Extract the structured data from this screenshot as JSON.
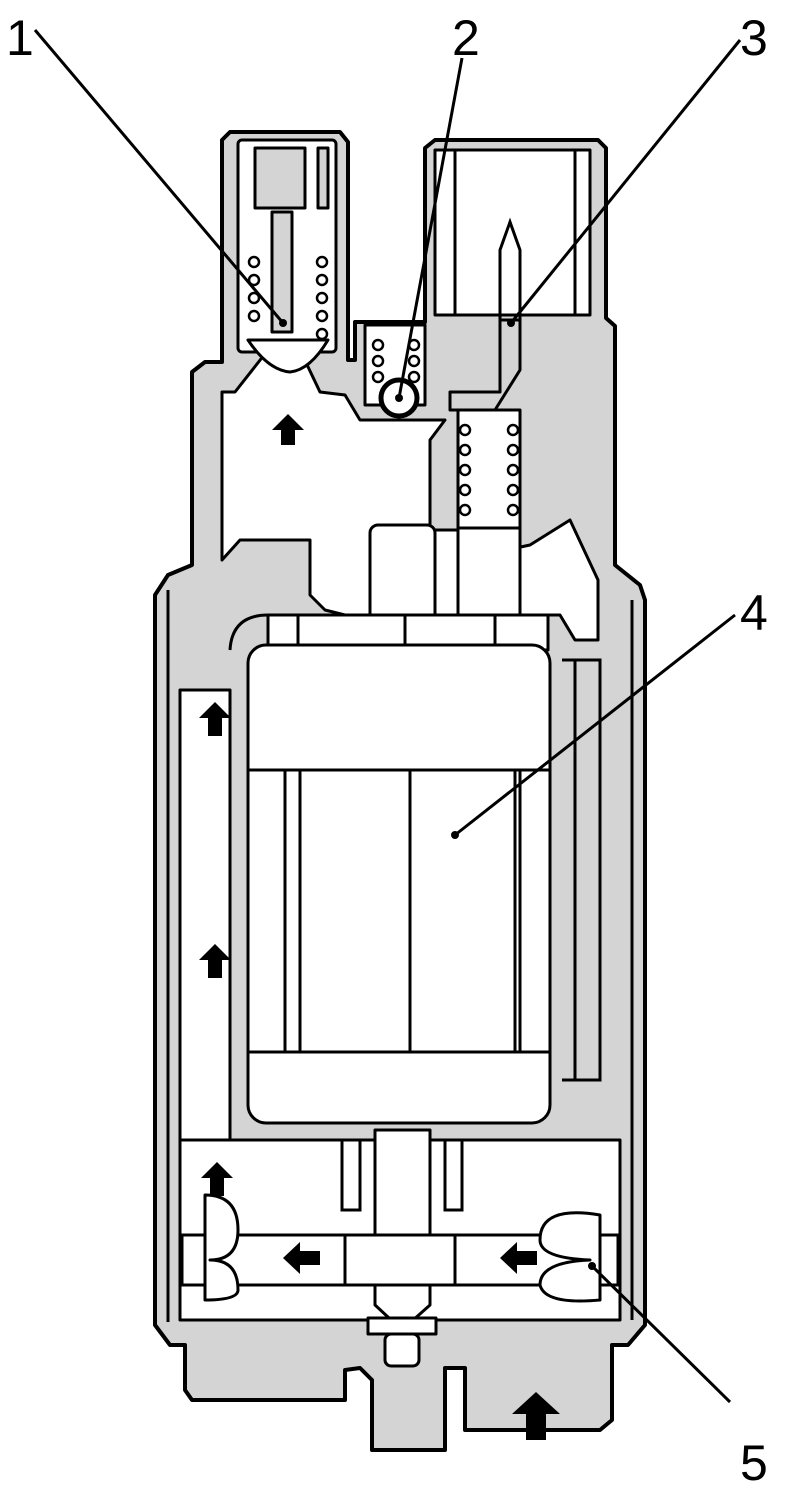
{
  "callouts": [
    {
      "id": "1",
      "text": "1"
    },
    {
      "id": "2",
      "text": "2"
    },
    {
      "id": "3",
      "text": "3"
    },
    {
      "id": "4",
      "text": "4"
    },
    {
      "id": "5",
      "text": "5"
    }
  ],
  "colors": {
    "housing_fill": "#d4d4d4",
    "cavity_fill": "#ffffff",
    "line": "#000000",
    "arrow": "#000000"
  }
}
